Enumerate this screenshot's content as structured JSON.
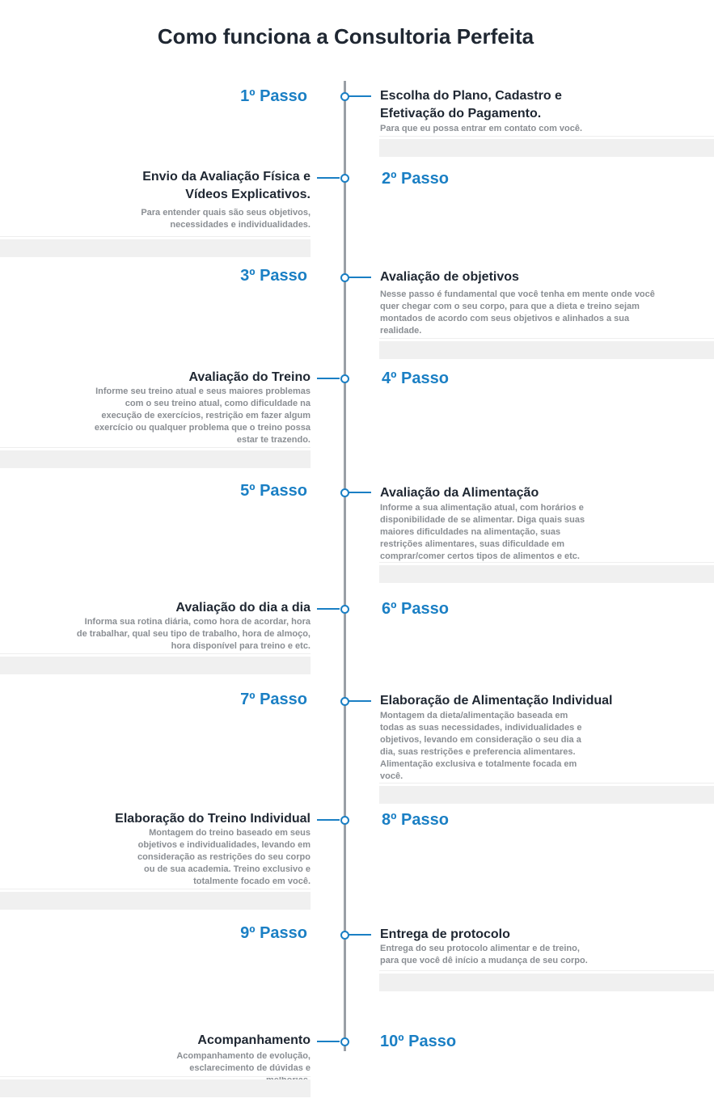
{
  "title": "Como funciona a Consultoria Perfeita",
  "steps": [
    {
      "label": "1º Passo",
      "title": "Escolha do Plano, Cadastro e Efetivação do Pagamento.",
      "description": "Para que eu possa entrar em contato com você."
    },
    {
      "label": "2º Passo",
      "title": "Envio da Avaliação Física e Vídeos Explicativos.",
      "description": "Para entender quais são seus objetivos, necessidades e individualidades."
    },
    {
      "label": "3º Passo",
      "title": "Avaliação de objetivos",
      "description": "Nesse passo é fundamental que você tenha em mente onde você quer chegar com o seu corpo, para que a dieta e treino sejam montados de acordo com seus objetivos e alinhados a sua realidade."
    },
    {
      "label": "4º Passo",
      "title": "Avaliação do Treino",
      "description": "Informe seu treino atual e seus maiores problemas com o seu treino atual, como dificuldade na execução de exercícios, restrição em fazer algum exercício ou qualquer problema que o treino possa estar te trazendo."
    },
    {
      "label": "5º Passo",
      "title": "Avaliação da Alimentação",
      "description": "Informe a sua alimentação atual, com horários e disponibilidade de se alimentar. Diga quais suas maiores dificuldades na alimentação, suas restrições alimentares, suas dificuldade em comprar/comer certos tipos de alimentos e etc."
    },
    {
      "label": "6º Passo",
      "title": "Avaliação do dia a dia",
      "description": "Informa sua rotina diária, como hora de acordar, hora de trabalhar, qual seu tipo de trabalho, hora de almoço, hora disponível para treino e etc."
    },
    {
      "label": "7º Passo",
      "title": "Elaboração de Alimentação Individual",
      "description": "Montagem da dieta/alimentação baseada em todas as suas necessidades, individualidades e objetivos, levando em consideração o seu dia a dia, suas restrições e preferencia alimentares. Alimentação exclusiva e totalmente focada em você."
    },
    {
      "label": "8º Passo",
      "title": "Elaboração do Treino Individual",
      "description": "Montagem do treino baseado em seus objetivos e individualidades, levando em consideração as restrições do seu corpo ou de sua academia. Treino exclusivo e totalmente focado em você."
    },
    {
      "label": "9º Passo",
      "title": "Entrega de protocolo",
      "description": "Entrega do seu protocolo alimentar e de treino, para que você dê início a mudança de seu corpo."
    },
    {
      "label": "10º Passo",
      "title": "Acompanhamento",
      "description": "Acompanhamento de evolução, esclarecimento de dúvidas e melhorias."
    }
  ],
  "colors": {
    "accent": "#1a7fc4",
    "title": "#1f2732",
    "description": "#8a8e93",
    "line": "#9a9fa6",
    "bar": "#f0f0f0"
  }
}
